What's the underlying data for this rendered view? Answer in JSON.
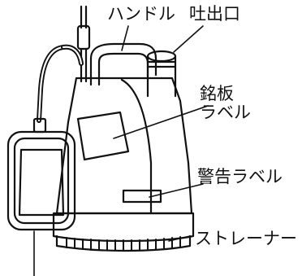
{
  "labels": {
    "handle": "ハンドル",
    "outlet": "吐出口",
    "nameplate_line1": "銘板",
    "nameplate_line2": "ラベル",
    "warning_label": "警告ラベル",
    "strainer": "ストレーナー"
  },
  "colors": {
    "line": "#111111",
    "background": "#ffffff"
  }
}
